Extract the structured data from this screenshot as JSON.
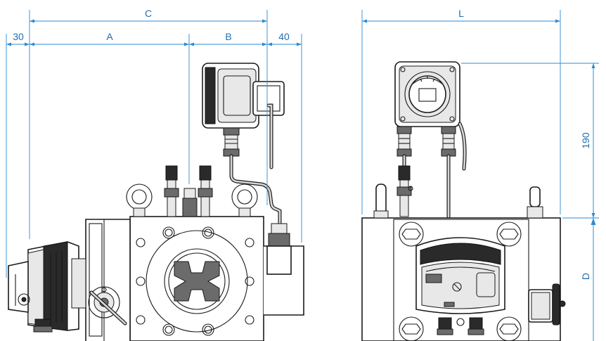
{
  "dimensions": {
    "c": "C",
    "l": "L",
    "d30": "30",
    "a": "A",
    "b": "B",
    "d40": "40",
    "h190": "190",
    "d": "D"
  },
  "colors": {
    "dimension": "#2b8bd3",
    "drawing": "#1a1a1a"
  }
}
